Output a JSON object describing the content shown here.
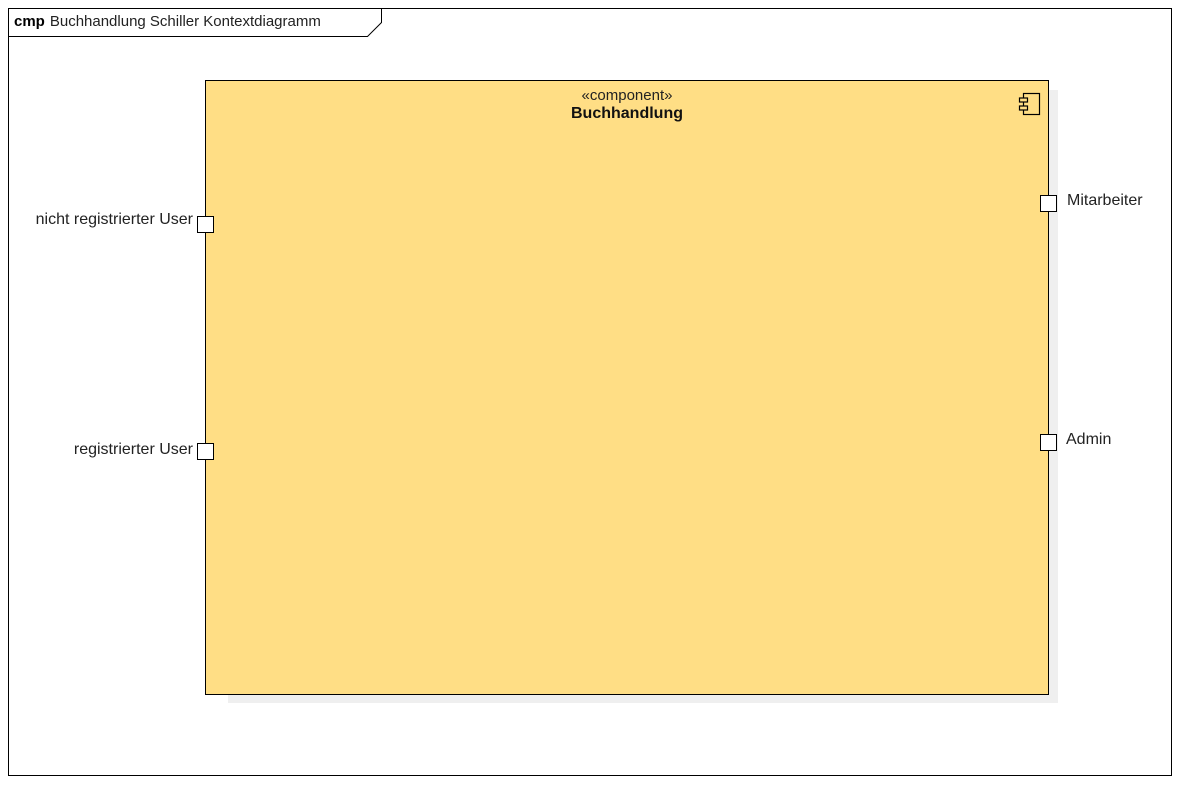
{
  "frame": {
    "keyword": "cmp",
    "title": "Buchhandlung Schiller Kontextdiagramm"
  },
  "component": {
    "stereotype": "«component»",
    "name": "Buchhandlung",
    "icon": "component-icon",
    "fill_color": "#ffde85"
  },
  "ports": {
    "left": [
      {
        "label": "nicht registrierter User"
      },
      {
        "label": "registrierter User"
      }
    ],
    "right": [
      {
        "label": "Mitarbeiter"
      },
      {
        "label": "Admin"
      }
    ]
  }
}
